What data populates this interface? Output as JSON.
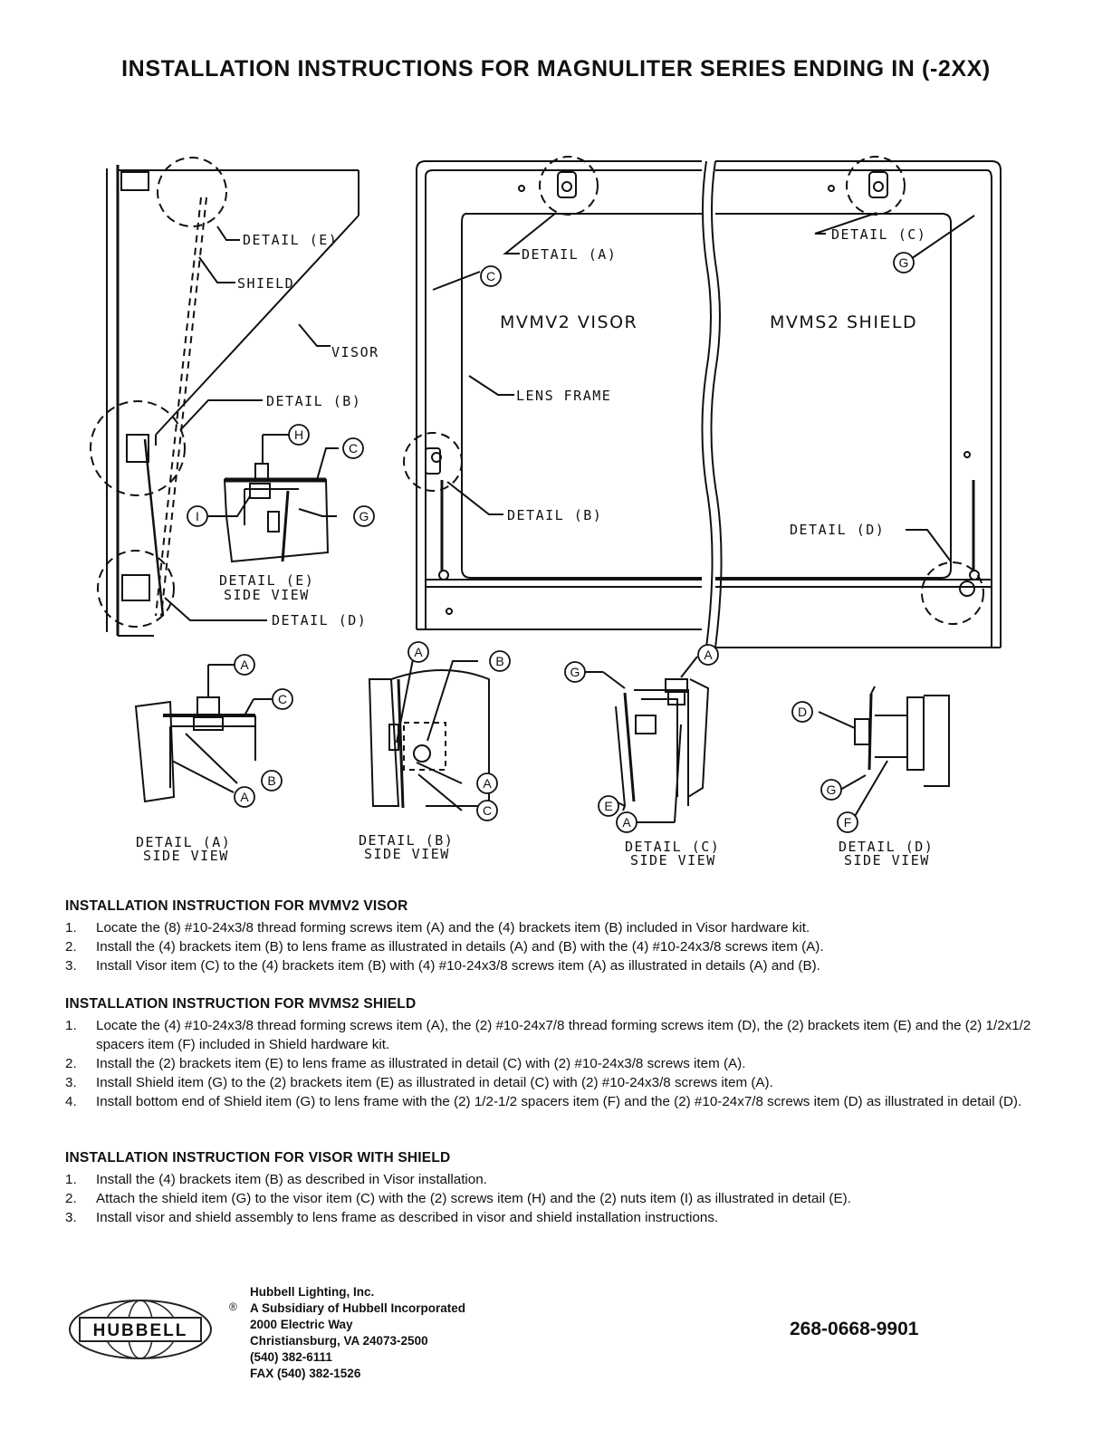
{
  "title": "INSTALLATION INSTRUCTIONS FOR MAGNULITER SERIES ENDING IN (-2XX)",
  "diagram": {
    "left_labels": {
      "detail_e": "DETAIL (E)",
      "shield": "SHIELD",
      "visor": "VISOR",
      "detail_b": "DETAIL (B)",
      "detail_e_side": "DETAIL (E)",
      "side_view": "SIDE VIEW",
      "detail_d": "DETAIL (D)"
    },
    "panel_labels": {
      "detail_a": "DETAIL (A)",
      "detail_c": "DETAIL (C)",
      "mvmv2_visor": "MVMV2 VISOR",
      "mvms2_shield": "MVMS2 SHIELD",
      "lens_frame": "LENS FRAME",
      "detail_b": "DETAIL (B)",
      "detail_d": "DETAIL (D)"
    },
    "item_letters": [
      "A",
      "B",
      "C",
      "D",
      "E",
      "F",
      "G",
      "H",
      "I"
    ],
    "captions": [
      {
        "line1": "DETAIL (A)",
        "line2": "SIDE VIEW"
      },
      {
        "line1": "DETAIL (B)",
        "line2": "SIDE VIEW"
      },
      {
        "line1": "DETAIL (C)",
        "line2": "SIDE VIEW"
      },
      {
        "line1": "DETAIL (D)",
        "line2": "SIDE VIEW"
      }
    ]
  },
  "sections": [
    {
      "heading": "INSTALLATION INSTRUCTION FOR MVMV2 VISOR",
      "items": [
        {
          "num": "1.",
          "text": "Locate the (8) #10-24x3/8 thread forming screws item (A) and the (4) brackets item (B) included in Visor hardware kit."
        },
        {
          "num": "2.",
          "text": "Install the (4) brackets item (B) to lens frame as illustrated in details (A) and (B) with the (4) #10-24x3/8 screws item (A)."
        },
        {
          "num": "3.",
          "text": "Install Visor item (C) to the (4) brackets item (B) with (4) #10-24x3/8 screws item (A) as illustrated in details (A) and (B)."
        }
      ]
    },
    {
      "heading": "INSTALLATION INSTRUCTION FOR MVMS2 SHIELD",
      "items": [
        {
          "num": "1.",
          "text": "Locate the (4) #10-24x3/8 thread forming screws item (A), the (2) #10-24x7/8 thread forming screws item (D), the (2) brackets item (E) and the (2) 1/2x1/2 spacers item (F) included in Shield hardware kit."
        },
        {
          "num": "2.",
          "text": "Install the (2) brackets item (E) to lens frame as illustrated in detail (C) with (2) #10-24x3/8 screws item (A)."
        },
        {
          "num": "3.",
          "text": "Install Shield item (G) to the (2) brackets item (E) as illustrated in detail (C) with (2) #10-24x3/8 screws item (A)."
        },
        {
          "num": "4.",
          "text": "Install bottom end of Shield item (G) to lens frame with the (2) 1/2-1/2 spacers item (F) and the (2) #10-24x7/8 screws item (D) as illustrated in detail (D)."
        }
      ]
    },
    {
      "heading": "INSTALLATION INSTRUCTION FOR VISOR WITH SHIELD",
      "items": [
        {
          "num": "1.",
          "text": "Install the (4) brackets item (B) as described in Visor installation."
        },
        {
          "num": "2.",
          "text": "Attach the shield item (G) to the visor item (C) with the (2) screws item (H) and the (2) nuts item (I) as illustrated in detail (E)."
        },
        {
          "num": "3.",
          "text": "Install visor and shield assembly to lens frame as described in visor and shield installation instructions."
        }
      ]
    }
  ],
  "footer": {
    "logo_text": "HUBBELL",
    "registered": "®",
    "address_lines": [
      "Hubbell Lighting, Inc.",
      "A Subsidiary of Hubbell Incorporated",
      "2000 Electric Way",
      "Christiansburg, VA 24073-2500",
      "(540) 382-6111",
      "FAX (540) 382-1526"
    ],
    "doc_number": "268-0668-9901"
  }
}
